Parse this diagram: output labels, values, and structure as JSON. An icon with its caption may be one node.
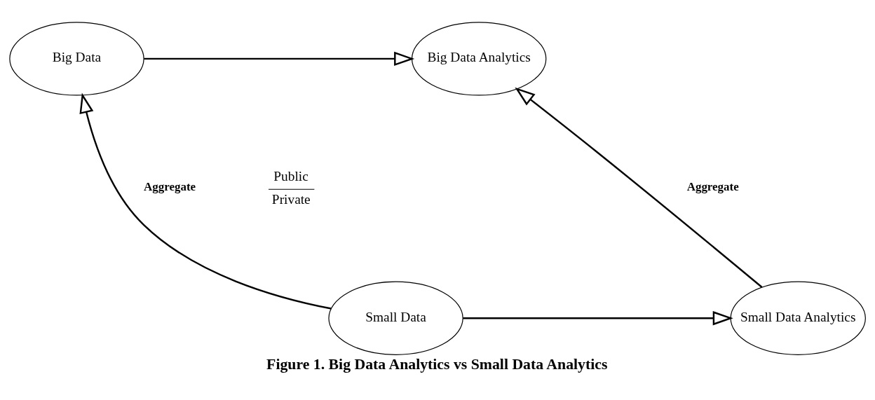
{
  "diagram": {
    "caption": "Figure 1. Big Data Analytics vs Small Data Analytics",
    "nodes": [
      {
        "text": [
          "Big Data"
        ]
      },
      {
        "text": [
          "Big Data Analytics"
        ]
      },
      {
        "text": [
          "Small Data"
        ]
      },
      {
        "text": [
          "Small Data Analytics"
        ]
      }
    ],
    "edges": [
      {
        "from": 0,
        "to": 1,
        "arrow": "to"
      },
      {
        "from": 2,
        "to": 0,
        "arrow": "to",
        "label": "Aggregate"
      },
      {
        "from": 3,
        "to": 1,
        "arrow": "to",
        "label": "Aggregate"
      },
      {
        "from": 2,
        "to": 3,
        "arrow": "to"
      }
    ],
    "labels": [
      "Public",
      "Private"
    ]
  }
}
